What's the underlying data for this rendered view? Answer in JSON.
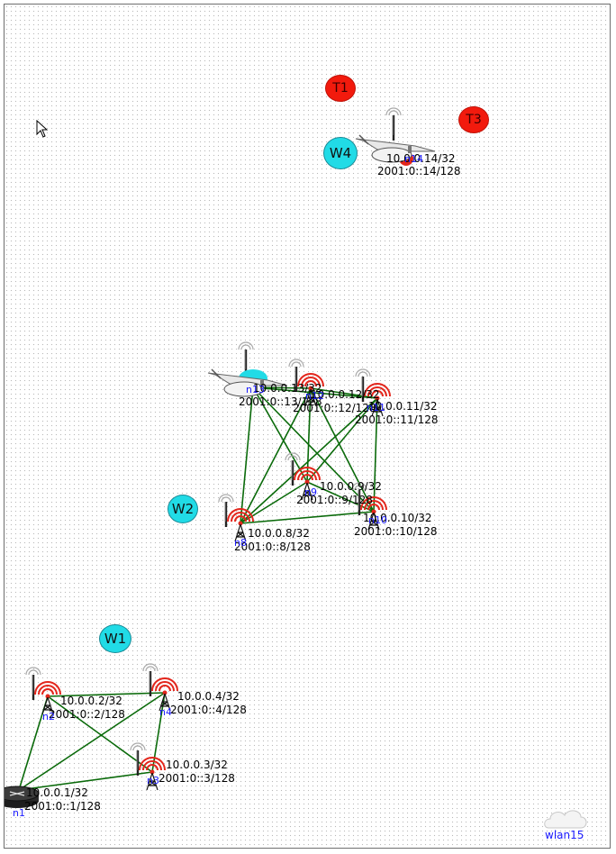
{
  "canvas": {
    "grid": true,
    "grid_color": "#b9b9b9",
    "link_color": "#0a6a0a"
  },
  "markers": [
    {
      "id": "T1",
      "label": "T1",
      "color": "#f21a0d"
    },
    {
      "id": "T3",
      "label": "T3",
      "color": "#f21a0d"
    },
    {
      "id": "W4",
      "label": "W4",
      "color": "#21dbe6"
    },
    {
      "id": "W2",
      "label": "W2",
      "color": "#21dbe6"
    },
    {
      "id": "W1",
      "label": "W1",
      "color": "#21dbe6"
    }
  ],
  "nodes": [
    {
      "id": "n1",
      "name": "n1",
      "icon": "router-icon",
      "ipv4": "10.0.0.1/32",
      "ipv6": "2001:0::1/128"
    },
    {
      "id": "n2",
      "name": "n2",
      "icon": "mdr-tower-icon",
      "ipv4": "10.0.0.2/32",
      "ipv6": "2001:0::2/128"
    },
    {
      "id": "n3",
      "name": "n3",
      "icon": "mdr-tower-icon",
      "ipv4": "10.0.0.3/32",
      "ipv6": "2001:0::3/128"
    },
    {
      "id": "n4",
      "name": "n4",
      "icon": "mdr-tower-icon",
      "ipv4": "10.0.0.4/32",
      "ipv6": "2001:0::4/128"
    },
    {
      "id": "n8",
      "name": "n8",
      "icon": "mdr-tower-icon",
      "ipv4": "10.0.0.8/32",
      "ipv6": "2001:0::8/128"
    },
    {
      "id": "n9",
      "name": "n9",
      "icon": "mdr-tower-icon",
      "ipv4": "10.0.0.9/32",
      "ipv6": "2001:0::9/128"
    },
    {
      "id": "n10",
      "name": "n10",
      "icon": "mdr-tower-icon",
      "ipv4": "10.0.0.10/32",
      "ipv6": "2001:0::10/128"
    },
    {
      "id": "n11",
      "name": "n11",
      "icon": "mdr-tower-icon",
      "ipv4": "10.0.0.11/32",
      "ipv6": "2001:0::11/128"
    },
    {
      "id": "n12",
      "name": "n12",
      "icon": "mdr-tower-icon",
      "ipv4": "10.0.0.12/32",
      "ipv6": "2001:0::12/128"
    },
    {
      "id": "n13",
      "name": "n13",
      "icon": "aircraft-icon",
      "ipv4": "10.0.0.13/32",
      "ipv6": "2001:0::13/128"
    },
    {
      "id": "n14",
      "name": "n14",
      "icon": "aircraft-icon",
      "ipv4": "10.0.0.14/32",
      "ipv6": "2001:0::14/128"
    }
  ],
  "links": [
    [
      "n1",
      "n2"
    ],
    [
      "n1",
      "n4"
    ],
    [
      "n1",
      "n3"
    ],
    [
      "n2",
      "n4"
    ],
    [
      "n2",
      "n3"
    ],
    [
      "n4",
      "n3"
    ],
    [
      "n8",
      "n13"
    ],
    [
      "n8",
      "n12"
    ],
    [
      "n8",
      "n9"
    ],
    [
      "n8",
      "n10"
    ],
    [
      "n8",
      "n11"
    ],
    [
      "n13",
      "n12"
    ],
    [
      "n13",
      "n9"
    ],
    [
      "n13",
      "n10"
    ],
    [
      "n13",
      "n11"
    ],
    [
      "n12",
      "n11"
    ],
    [
      "n12",
      "n9"
    ],
    [
      "n12",
      "n10"
    ],
    [
      "n11",
      "n9"
    ],
    [
      "n11",
      "n10"
    ],
    [
      "n9",
      "n10"
    ]
  ],
  "wlan": {
    "name": "wlan15",
    "icon": "cloud-icon"
  }
}
